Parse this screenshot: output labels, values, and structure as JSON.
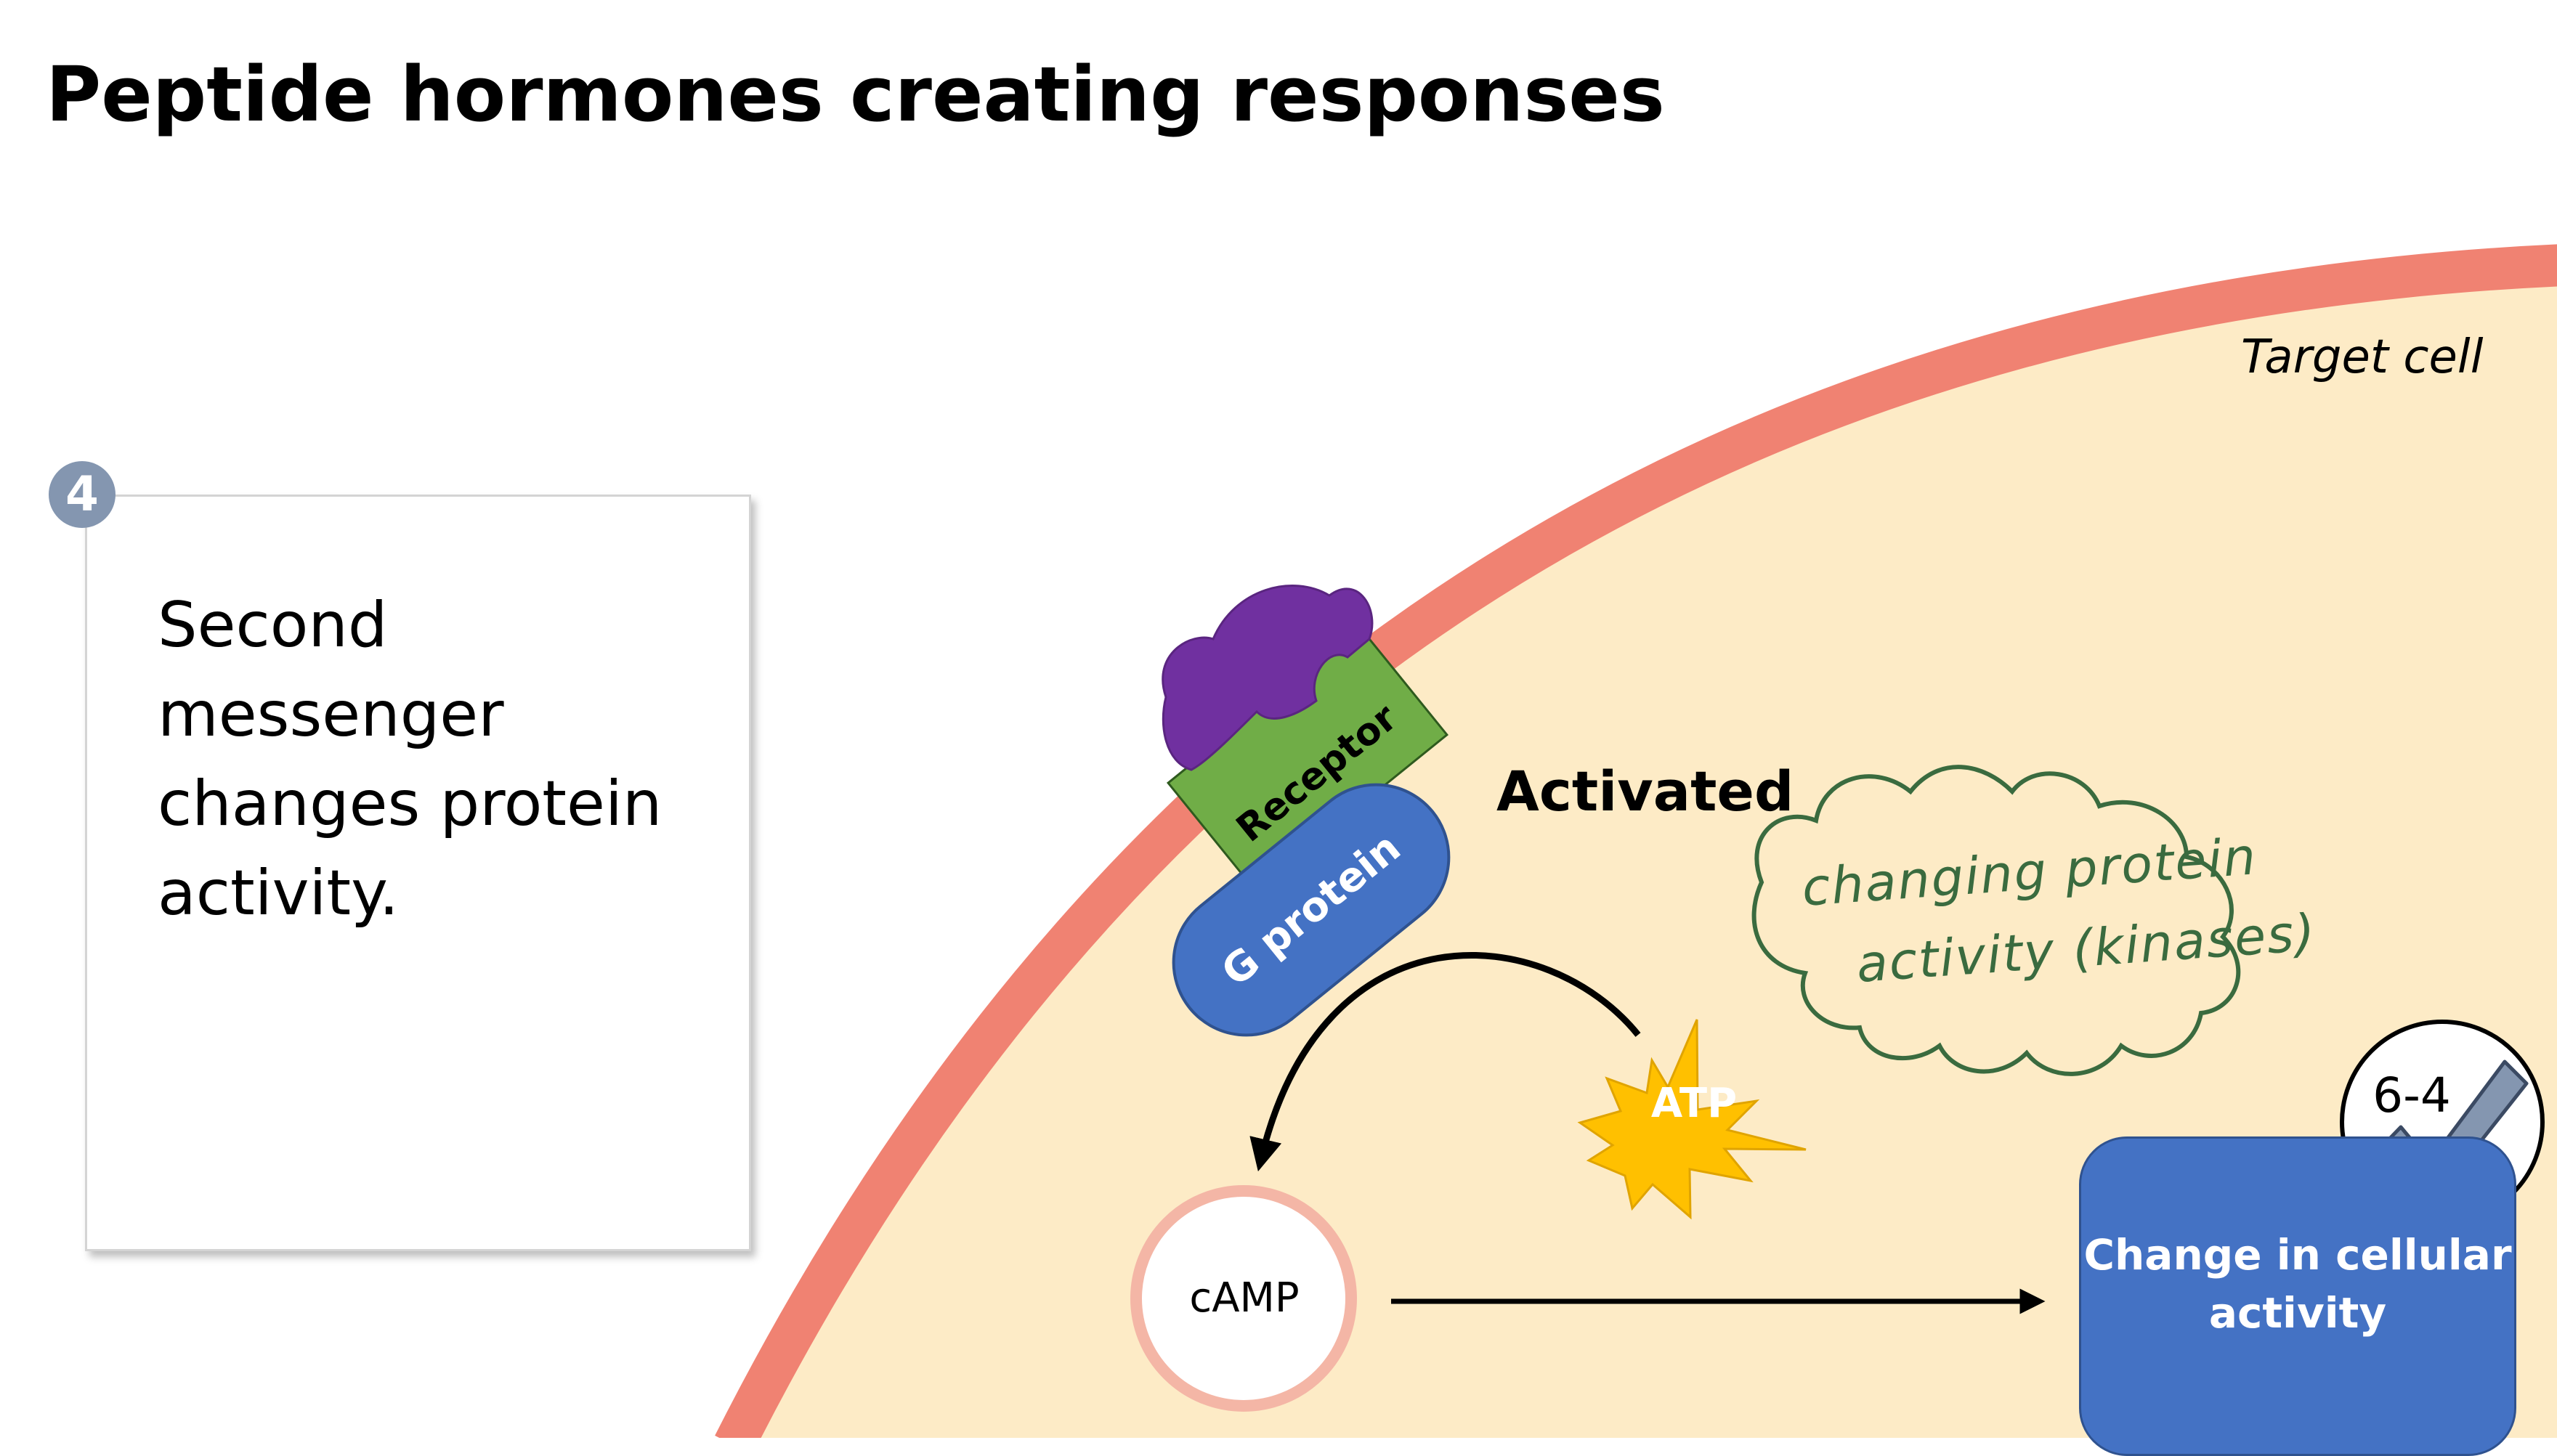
{
  "slide": {
    "title": "Peptide hormones creating responses",
    "slide_number": "6-4"
  },
  "step": {
    "number": "4",
    "text": "Second messenger changes protein activity."
  },
  "diagram": {
    "target_cell_label": "Target cell",
    "receptor_label": "Receptor",
    "g_protein_label": "G protein",
    "activated_label": "Activated",
    "atp_label": "ATP",
    "camp_label": "cAMP",
    "change_label": "Change in cellular activity"
  },
  "annotation": {
    "line1": "changing protein",
    "line2": "activity (kinases)"
  },
  "colors": {
    "membrane": "#f08272",
    "cytoplasm": "#fdebc6",
    "receptor": "#70ad47",
    "hormone": "#7030a0",
    "g_protein": "#4472c4",
    "atp_star": "#ffc000",
    "camp_ring": "#f4b6a6",
    "annotation_ink": "#3a6b3f",
    "step_badge": "#8496b0"
  }
}
